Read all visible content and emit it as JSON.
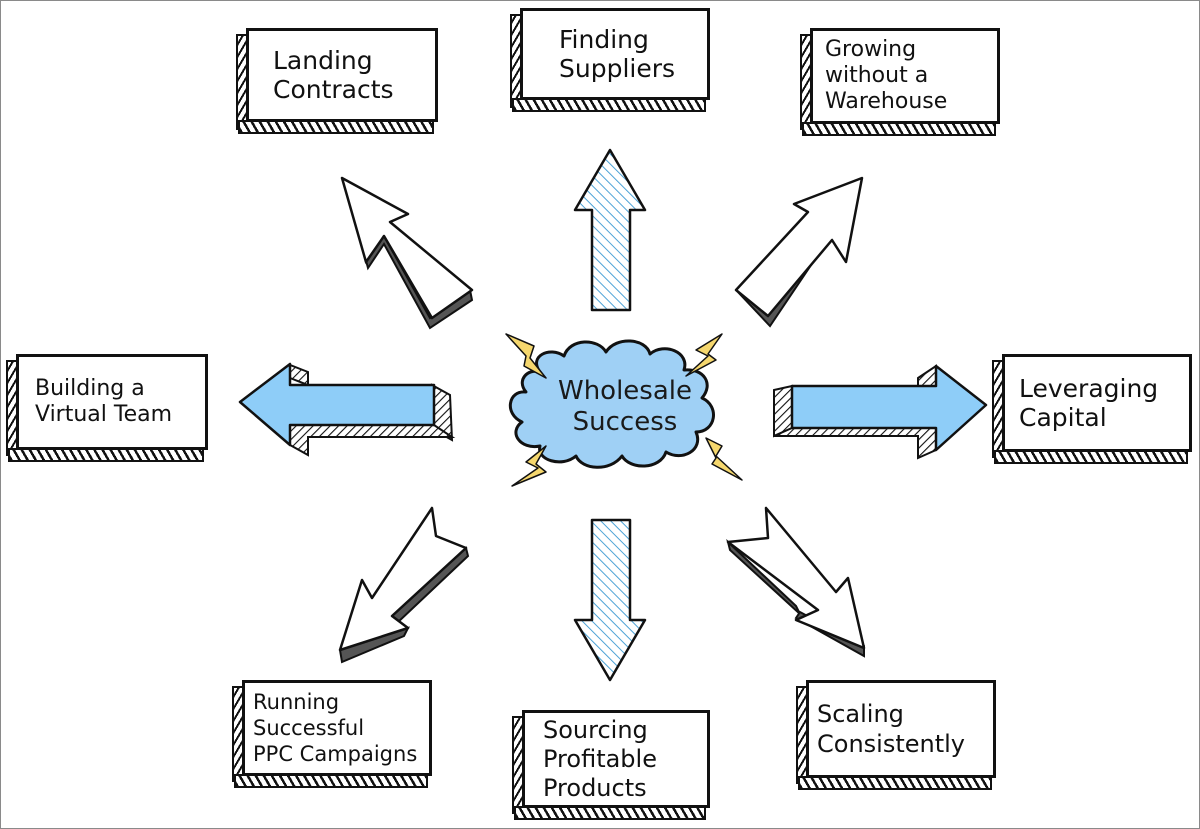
{
  "diagram": {
    "type": "hub-and-spoke",
    "center": {
      "label": "Wholesale\nSuccess",
      "fill_color": "#9fd0f5",
      "bolt_color": "#f5d76e"
    },
    "colors": {
      "arrow_blue": "#8ecdf8",
      "hatch_blue": "#4ea3d6",
      "outline": "#111111",
      "shadow": "#555555"
    },
    "nodes": [
      {
        "id": "landing-contracts",
        "label": "Landing\nContracts",
        "direction": "up-left"
      },
      {
        "id": "finding-suppliers",
        "label": "Finding\nSuppliers",
        "direction": "up"
      },
      {
        "id": "growing-without-warehouse",
        "label": "Growing\nwithout a\nWarehouse",
        "direction": "up-right"
      },
      {
        "id": "building-virtual-team",
        "label": "Building a\nVirtual Team",
        "direction": "left"
      },
      {
        "id": "leveraging-capital",
        "label": "Leveraging\nCapital",
        "direction": "right"
      },
      {
        "id": "running-ppc",
        "label": "Running\nSuccessful\nPPC Campaigns",
        "direction": "down-left"
      },
      {
        "id": "sourcing-products",
        "label": "Sourcing\nProfitable\nProducts",
        "direction": "down"
      },
      {
        "id": "scaling-consistently",
        "label": "Scaling\nConsistently",
        "direction": "down-right"
      }
    ]
  }
}
